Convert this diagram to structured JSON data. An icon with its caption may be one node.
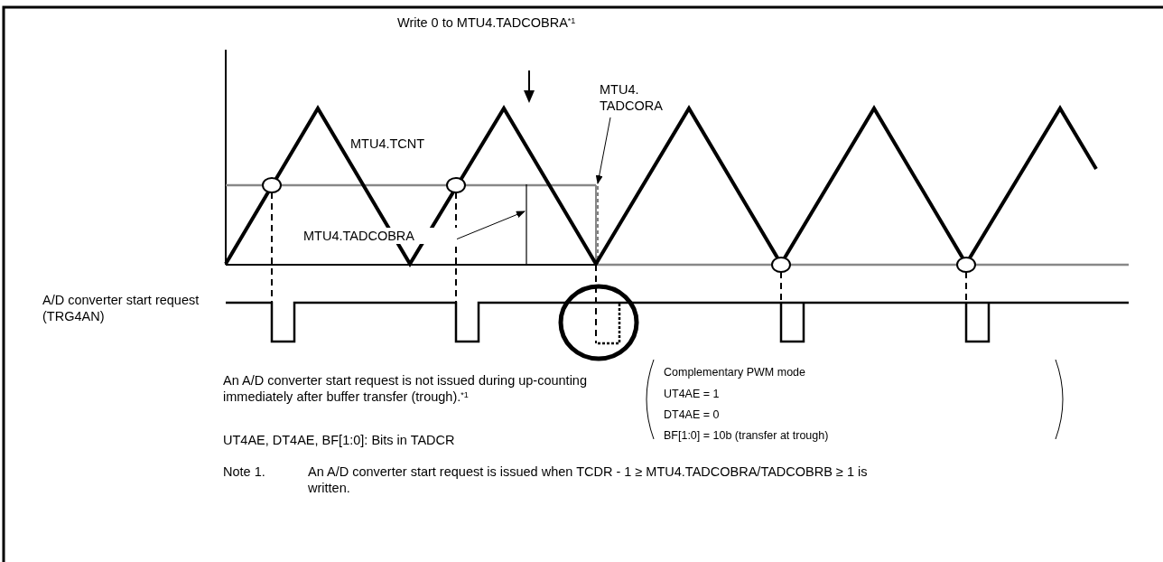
{
  "diagram": {
    "nodes": [
      {
        "text": [
          "MTU4. TADCORA"
        ]
      },
      {
        "text": [
          "MTU4.TADCOBRA"
        ]
      }
    ],
    "edges": [
      {
        "from": 0,
        "to": null,
        "arrow": "to"
      },
      {
        "from": 1,
        "to": null,
        "arrow": "to"
      }
    ],
    "labels": [
      "Write 0 to MTU4.TADCOBRA$^{*1}$",
      "MTU4.TCNT",
      "A/D converter start request (TRG4AN)",
      "An A/D converter start request is not issued during up-counting immediately after buffer transfer (trough).$^{*1}$",
      "Complementary PWM mode",
      "UT4AE = 1",
      "DT4AE = 0",
      "BF[1:0] = 10b (transfer at trough)",
      "UT4AE, DT4AE, BF[1:0]: Bits in TADCR",
      "Note 1.",
      "An A/D converter start request is issued when TCDR - 1 ≥ MTU4.TADCOBRA/TADCOBRB ≥ 1 is written."
    ]
  }
}
